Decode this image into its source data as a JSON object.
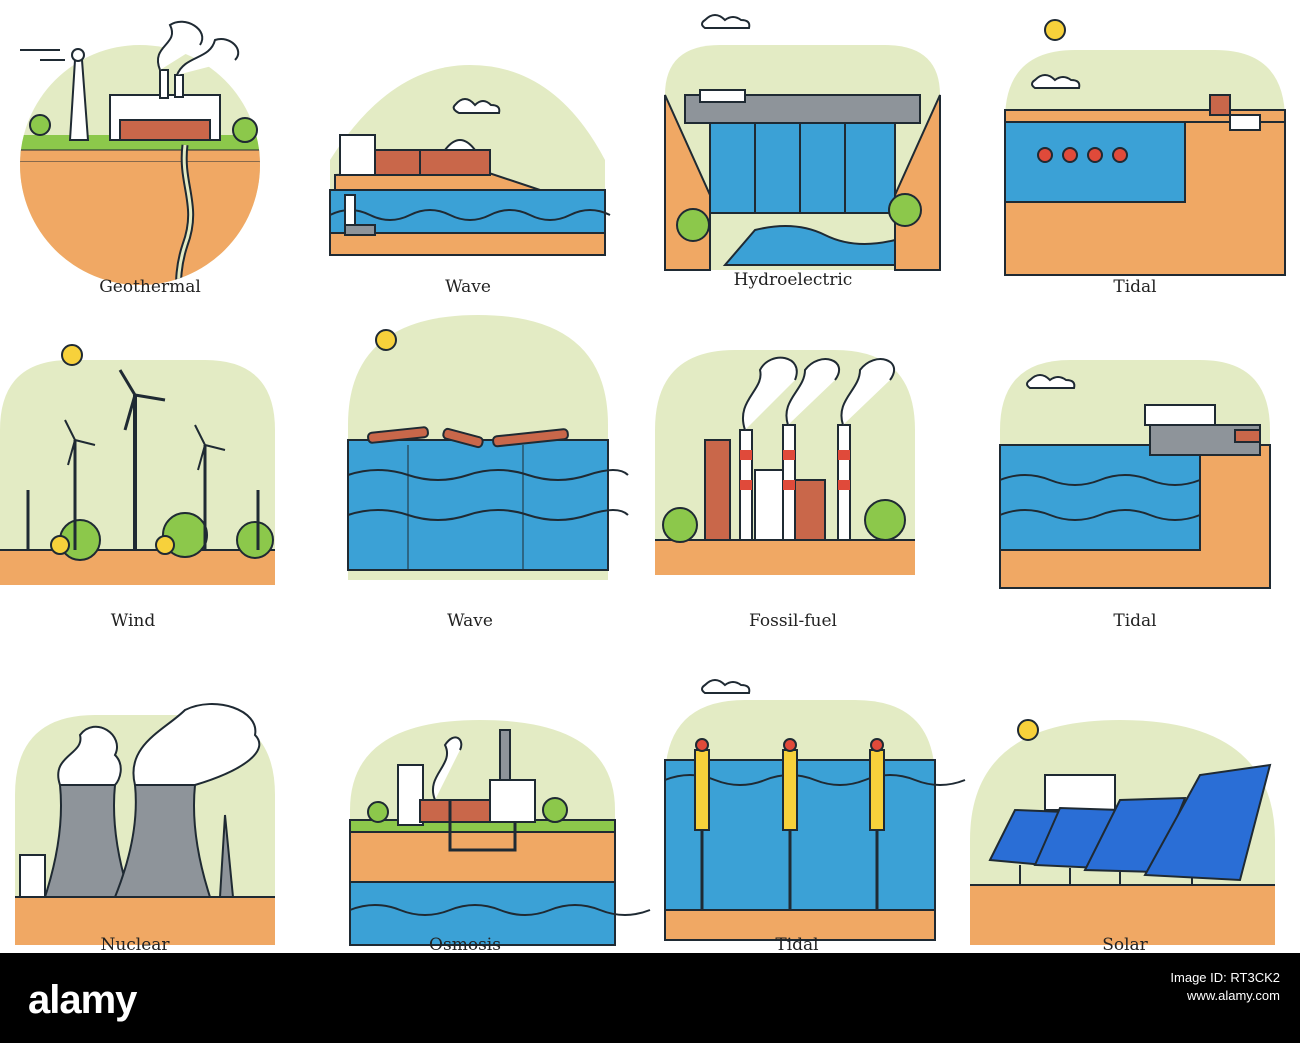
{
  "colors": {
    "sky": "#e3ebc4",
    "water": "#3ba1d6",
    "ground": "#f0a864",
    "outline": "#1f2a33",
    "green": "#8cc84b",
    "smoke": "#ffffff",
    "brick": "#c9674a",
    "chimney_red": "#e04a3a",
    "panel": "#2a6ed6",
    "gray": "#8e949a",
    "yellow": "#f7d13b"
  },
  "icons": [
    {
      "label": "Geothermal",
      "icon": "geothermal-plant-icon"
    },
    {
      "label": "Wave",
      "icon": "wave-plant-shore-icon"
    },
    {
      "label": "Hydroelectric",
      "icon": "hydroelectric-dam-icon"
    },
    {
      "label": "Tidal",
      "icon": "tidal-barrage-icon"
    },
    {
      "label": "Wind",
      "icon": "wind-farm-icon"
    },
    {
      "label": "Wave",
      "icon": "wave-snake-icon"
    },
    {
      "label": "Fossil-fuel",
      "icon": "fossil-fuel-plant-icon"
    },
    {
      "label": "Tidal",
      "icon": "tidal-dam-icon"
    },
    {
      "label": "Nuclear",
      "icon": "nuclear-plant-icon"
    },
    {
      "label": "Osmosis",
      "icon": "osmosis-plant-icon"
    },
    {
      "label": "Tidal",
      "icon": "tidal-turbine-icon"
    },
    {
      "label": "Solar",
      "icon": "solar-farm-icon"
    }
  ],
  "footer": {
    "brand": "alamy",
    "line1": "Image ID: RT3CK2",
    "line2": "www.alamy.com",
    "image_id": "RT3CK2"
  }
}
